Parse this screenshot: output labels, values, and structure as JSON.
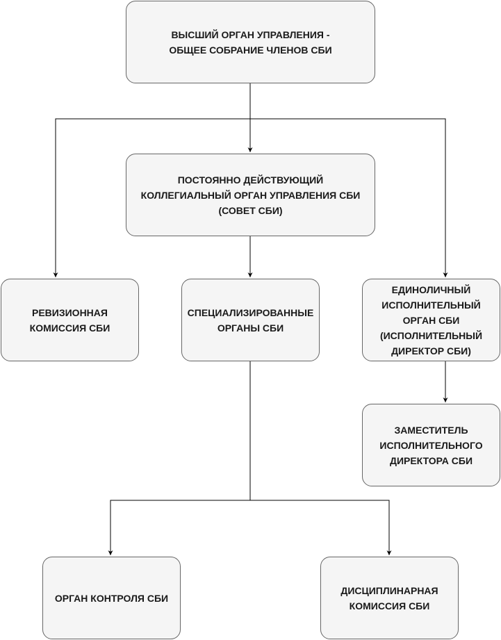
{
  "diagram": {
    "nodes": {
      "top": "ВЫСШИЙ ОРГАН УПРАВЛЕНИЯ -\nОБЩЕЕ СОБРАНИЕ ЧЛЕНОВ СБИ",
      "council": "ПОСТОЯННО ДЕЙСТВУЮЩИЙ\nКОЛЛЕГИАЛЬНЫЙ ОРГАН УПРАВЛЕНИЯ СБИ\n(СОВЕТ СБИ)",
      "audit": "РЕВИЗИОННАЯ\nКОМИССИЯ СБИ",
      "special": "СПЕЦИАЛИЗИРОВАННЫЕ\nОРГАНЫ СБИ",
      "director": "ЕДИНОЛИЧНЫЙ\nИСПОЛНИТЕЛЬНЫЙ\nОРГАН СБИ\n(ИСПОЛНИТЕЛЬНЫЙ\nДИРЕКТОР СБИ)",
      "deputy": "ЗАМЕСТИТЕЛЬ\nИСПОЛНИТЕЛЬНОГО\nДИРЕКТОРА СБИ",
      "control": "ОРГАН КОНТРОЛЯ СБИ",
      "disciplinary": "ДИСЦИПЛИНАРНАЯ\nКОМИССИЯ СБИ"
    },
    "edges": [
      {
        "from": "top",
        "to": "council"
      },
      {
        "from": "top",
        "to": "audit"
      },
      {
        "from": "top",
        "to": "director"
      },
      {
        "from": "council",
        "to": "special"
      },
      {
        "from": "director",
        "to": "deputy"
      },
      {
        "from": "special",
        "to": "control"
      },
      {
        "from": "special",
        "to": "disciplinary"
      }
    ],
    "colors": {
      "node_fill": "#f5f5f5",
      "node_border": "#666666",
      "line": "#000000",
      "text": "#1a1a1a"
    }
  }
}
